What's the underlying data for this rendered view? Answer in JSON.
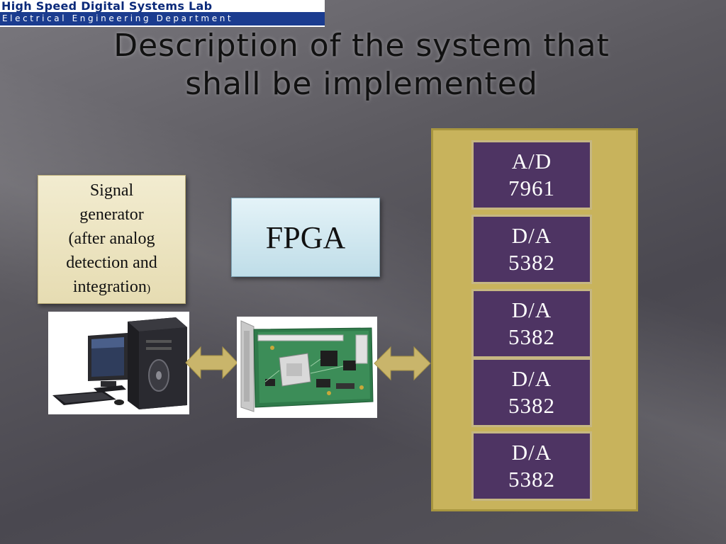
{
  "logo": {
    "line1": "High Speed Digital Systems Lab",
    "line2": "Electrical Engineering Department"
  },
  "slide": {
    "title_line1": "Description of the system that",
    "title_line2": "shall be implemented"
  },
  "signal_box": {
    "lines": [
      "Signal",
      "generator",
      "(after analog",
      "detection and",
      "integration"
    ],
    "closing_paren": ")"
  },
  "fpga_box": {
    "label": "FPGA"
  },
  "chips": [
    {
      "line1": "A/D",
      "line2": "7961"
    },
    {
      "line1": "D/A",
      "line2": "5382"
    },
    {
      "line1": "D/A",
      "line2": "5382"
    },
    {
      "line1": "D/A",
      "line2": "5382"
    },
    {
      "line1": "D/A",
      "line2": "5382"
    }
  ],
  "colors": {
    "chip_fill": "#4e3463",
    "panel_fill": "#c8b35c",
    "arrow_fill": "#c9b56b",
    "signal_box_fill": "#ece3c0",
    "fpga_box_fill": "#cfe7ef"
  },
  "icons": {
    "computer": "desktop-computer-icon",
    "board": "fpga-board-icon",
    "left_arrow": "double-arrow-icon",
    "right_arrow": "double-arrow-icon"
  }
}
